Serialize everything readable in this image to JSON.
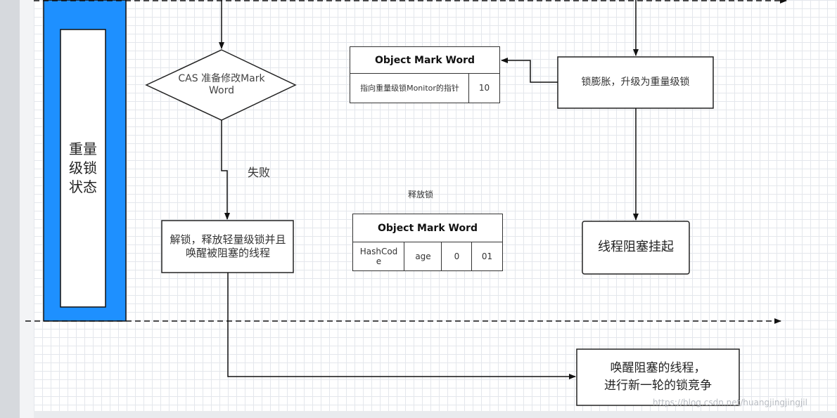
{
  "state_panel": {
    "label": "重量\n级锁\n状态",
    "color": "#1e90ff"
  },
  "decision": {
    "text": "CAS 准备修改Mark Word"
  },
  "edge_labels": {
    "fail": "失败",
    "release": "释放锁"
  },
  "nodes": {
    "unlock_wake": "解锁，释放轻量级锁并且唤醒被阻塞的线程",
    "inflate": "锁膨胀，升级为重量级锁",
    "block": "线程阻塞挂起",
    "wake_compete": "唤醒阻塞的线程，\n进行新一轮的锁竞争"
  },
  "mark_word_heavy": {
    "title": "Object Mark Word",
    "pointer": "指向重量级锁Monitor的指针",
    "bits": "10"
  },
  "mark_word_unlocked": {
    "title": "Object Mark Word",
    "hash": "HashCode",
    "age": "age",
    "biased": "0",
    "bits": "01"
  },
  "watermark": "https://blog.csdn.net/huangjingjingjil"
}
